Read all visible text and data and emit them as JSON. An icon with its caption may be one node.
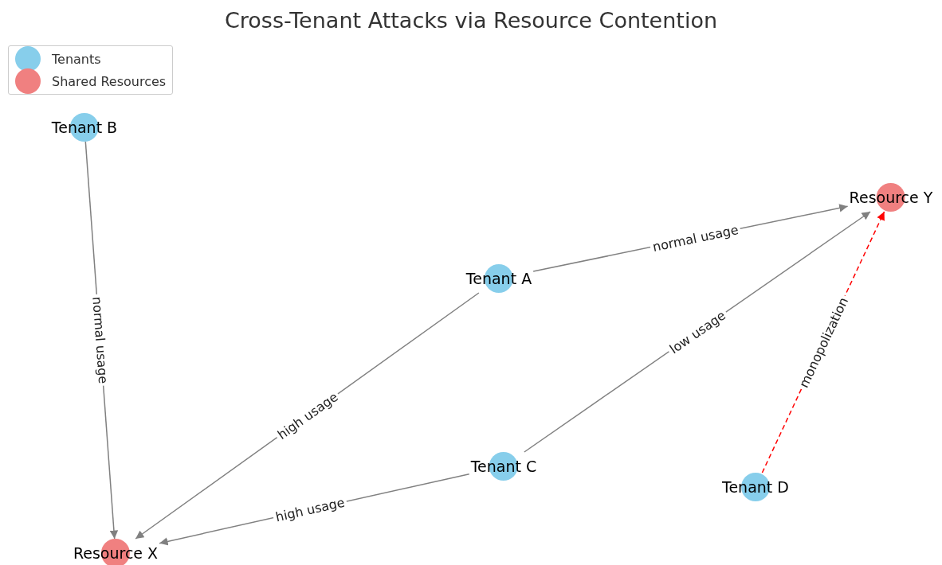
{
  "diagram": {
    "title": "Cross-Tenant Attacks via Resource Contention",
    "nodes": [
      {
        "text": [
          "Tenant B"
        ]
      },
      {
        "text": [
          "Resource X"
        ]
      },
      {
        "text": [
          "Tenant A"
        ]
      },
      {
        "text": [
          "Resource Y"
        ]
      },
      {
        "text": [
          "Tenant C"
        ]
      },
      {
        "text": [
          "Tenant D"
        ]
      }
    ],
    "edges": [
      {
        "from": 0,
        "to": 1,
        "arrow": "to",
        "label": "normal usage"
      },
      {
        "from": 2,
        "to": 3,
        "arrow": "to",
        "label": "normal usage"
      },
      {
        "from": 2,
        "to": 1,
        "arrow": "to",
        "label": "high usage"
      },
      {
        "from": 4,
        "to": 1,
        "arrow": "to",
        "label": "high usage"
      },
      {
        "from": 4,
        "to": 3,
        "arrow": "to",
        "label": "low usage"
      },
      {
        "from": 5,
        "to": 3,
        "arrow": "to",
        "label": "monopolization",
        "style": "dashed",
        "color": "#ff0000"
      }
    ],
    "legend": [
      {
        "text": "Tenants",
        "color": "#87ceeb"
      },
      {
        "text": "Shared Resources",
        "color": "#f08080"
      }
    ]
  }
}
